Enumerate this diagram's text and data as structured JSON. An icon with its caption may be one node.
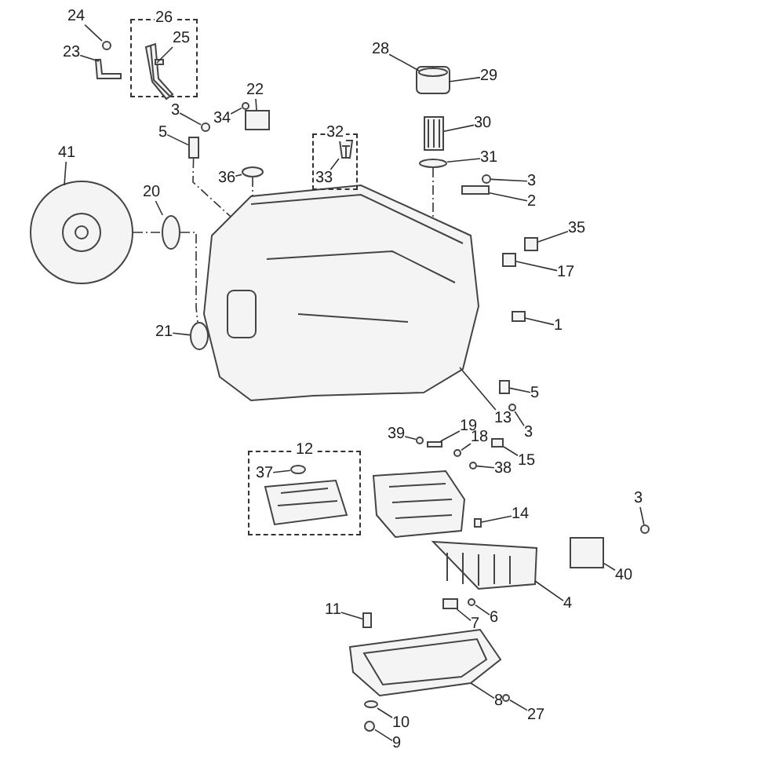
{
  "diagram": {
    "nodes": [
      {
        "text": [
          "24"
        ]
      },
      {
        "text": [
          "26"
        ]
      },
      {
        "text": [
          "25"
        ],
        "in": 1
      },
      {
        "text": [
          "23"
        ]
      },
      {
        "text": [
          "28"
        ]
      },
      {
        "text": [
          "29"
        ]
      },
      {
        "text": [
          "22"
        ]
      },
      {
        "text": [
          "3"
        ]
      },
      {
        "text": [
          "34"
        ]
      },
      {
        "text": [
          "5"
        ]
      },
      {
        "text": [
          "30"
        ]
      },
      {
        "text": [
          "32"
        ]
      },
      {
        "text": [
          "33"
        ],
        "in": 11
      },
      {
        "text": [
          "41"
        ]
      },
      {
        "text": [
          "31"
        ]
      },
      {
        "text": [
          "36"
        ]
      },
      {
        "text": [
          "3"
        ]
      },
      {
        "text": [
          "2"
        ]
      },
      {
        "text": [
          "20"
        ]
      },
      {
        "text": [
          "35"
        ]
      },
      {
        "text": [
          "17"
        ]
      },
      {
        "text": [
          "1"
        ]
      },
      {
        "text": [
          "21"
        ]
      },
      {
        "text": [
          "5"
        ]
      },
      {
        "text": [
          "13"
        ]
      },
      {
        "text": [
          "3"
        ]
      },
      {
        "text": [
          "39"
        ]
      },
      {
        "text": [
          "19"
        ]
      },
      {
        "text": [
          "18"
        ]
      },
      {
        "text": [
          "12"
        ]
      },
      {
        "text": [
          "37"
        ],
        "in": 29
      },
      {
        "text": [
          "15"
        ]
      },
      {
        "text": [
          "38"
        ]
      },
      {
        "text": [
          "3"
        ]
      },
      {
        "text": [
          "14"
        ]
      },
      {
        "text": [
          "40"
        ]
      },
      {
        "text": [
          "4"
        ]
      },
      {
        "text": [
          "11"
        ]
      },
      {
        "text": [
          "6"
        ]
      },
      {
        "text": [
          "7"
        ]
      },
      {
        "text": [
          "8"
        ]
      },
      {
        "text": [
          "27"
        ]
      },
      {
        "text": [
          "10"
        ]
      },
      {
        "text": [
          "9"
        ]
      },
      {
        "text": [],
        "shape": "circle"
      },
      {
        "text": [],
        "shape": "picture",
        "in": 1
      },
      {
        "text": [],
        "shape": "picture"
      },
      {
        "text": [],
        "shape": "picture"
      },
      {
        "text": [],
        "shape": "picture"
      },
      {
        "text": [],
        "shape": "ellipse"
      },
      {
        "text": [],
        "shape": "box"
      },
      {
        "text": [],
        "shape": "circle"
      },
      {
        "text": [],
        "shape": "box"
      },
      {
        "text": [],
        "shape": "circle"
      },
      {
        "text": [],
        "shape": "ellipse"
      },
      {
        "text": [],
        "shape": "picture",
        "in": 11
      },
      {
        "text": [],
        "shape": "picture"
      },
      {
        "text": [],
        "shape": "ellipse"
      },
      {
        "text": [],
        "shape": "circle"
      },
      {
        "text": [],
        "shape": "box"
      },
      {
        "text": [],
        "shape": "box"
      },
      {
        "text": [],
        "shape": "box"
      },
      {
        "text": [],
        "shape": "box"
      },
      {
        "text": [],
        "shape": "ellipse"
      },
      {
        "text": [],
        "shape": "picture"
      },
      {
        "text": [],
        "shape": "box"
      },
      {
        "text": [],
        "shape": "circle"
      },
      {
        "text": [],
        "shape": "circle"
      },
      {
        "text": [],
        "shape": "box"
      },
      {
        "text": [],
        "shape": "circle"
      },
      {
        "text": [],
        "shape": "circle"
      },
      {
        "text": [],
        "shape": "box"
      },
      {
        "text": [],
        "shape": "box"
      },
      {
        "text": [],
        "shape": "ellipse",
        "in": 29
      },
      {
        "text": [],
        "shape": "circle"
      },
      {
        "text": [],
        "shape": "box"
      },
      {
        "text": [],
        "shape": "picture"
      },
      {
        "text": [],
        "shape": "box"
      },
      {
        "text": [],
        "shape": "circle"
      },
      {
        "text": [],
        "shape": "box"
      },
      {
        "text": [],
        "shape": "picture"
      },
      {
        "text": [],
        "shape": "circle"
      },
      {
        "text": [],
        "shape": "ellipse"
      },
      {
        "text": [],
        "shape": "circle"
      }
    ],
    "edges": [
      {
        "from": 0,
        "to": 44,
        "arrow": "none"
      },
      {
        "from": 2,
        "to": 45,
        "arrow": "none"
      },
      {
        "from": 3,
        "to": 46,
        "arrow": "none"
      },
      {
        "from": 4,
        "to": 47,
        "arrow": "none"
      },
      {
        "from": 5,
        "to": 47,
        "arrow": "none"
      },
      {
        "from": 6,
        "to": 50,
        "arrow": "none"
      },
      {
        "from": 7,
        "to": 51,
        "arrow": "none"
      },
      {
        "from": 8,
        "to": 53,
        "arrow": "none"
      },
      {
        "from": 9,
        "to": 52,
        "arrow": "none"
      },
      {
        "from": 10,
        "to": 48,
        "arrow": "none"
      },
      {
        "from": 12,
        "to": 55,
        "arrow": "none"
      },
      {
        "from": 13,
        "to": 56,
        "arrow": "none"
      },
      {
        "from": 14,
        "to": 49,
        "arrow": "none"
      },
      {
        "from": 15,
        "to": 54,
        "arrow": "none"
      },
      {
        "from": 16,
        "to": 58,
        "arrow": "none"
      },
      {
        "from": 17,
        "to": 59,
        "arrow": "none"
      },
      {
        "from": 18,
        "to": 57,
        "arrow": "none"
      },
      {
        "from": 19,
        "to": 60,
        "arrow": "none"
      },
      {
        "from": 20,
        "to": 61,
        "arrow": "none"
      },
      {
        "from": 21,
        "to": 62,
        "arrow": "none"
      },
      {
        "from": 22,
        "to": 63,
        "arrow": "none"
      },
      {
        "from": 23,
        "to": 65,
        "arrow": "none"
      },
      {
        "from": 24,
        "to": 64,
        "arrow": "none"
      },
      {
        "from": 25,
        "to": 66,
        "arrow": "none"
      },
      {
        "from": 26,
        "to": 67,
        "arrow": "none"
      },
      {
        "from": 27,
        "to": 68,
        "arrow": "none"
      },
      {
        "from": 28,
        "to": 69,
        "arrow": "none"
      },
      {
        "from": 30,
        "to": 73,
        "arrow": "none"
      },
      {
        "from": 31,
        "to": 71,
        "arrow": "none"
      },
      {
        "from": 32,
        "to": 70,
        "arrow": "none"
      },
      {
        "from": 33,
        "to": 74,
        "arrow": "none"
      },
      {
        "from": 34,
        "to": 72,
        "arrow": "none"
      },
      {
        "from": 35,
        "to": 75,
        "arrow": "none"
      },
      {
        "from": 36,
        "to": 76,
        "arrow": "none"
      },
      {
        "from": 37,
        "to": 77,
        "arrow": "none"
      },
      {
        "from": 38,
        "to": 78,
        "arrow": "none"
      },
      {
        "from": 39,
        "to": 79,
        "arrow": "none"
      },
      {
        "from": 40,
        "to": 80,
        "arrow": "none"
      },
      {
        "from": 41,
        "to": 81,
        "arrow": "none"
      },
      {
        "from": 42,
        "to": 82,
        "arrow": "none"
      },
      {
        "from": 43,
        "to": 83,
        "arrow": "none"
      },
      {
        "from": 56,
        "to": 57,
        "arrow": "none",
        "style": "dashed"
      },
      {
        "from": 57,
        "to": 63,
        "arrow": "none",
        "style": "dashed"
      },
      {
        "from": 52,
        "to": 64,
        "arrow": "none",
        "style": "dashed"
      },
      {
        "from": 54,
        "to": 64,
        "arrow": "none",
        "style": "dashed"
      },
      {
        "from": 49,
        "to": 64,
        "arrow": "none",
        "style": "dashed"
      }
    ]
  }
}
